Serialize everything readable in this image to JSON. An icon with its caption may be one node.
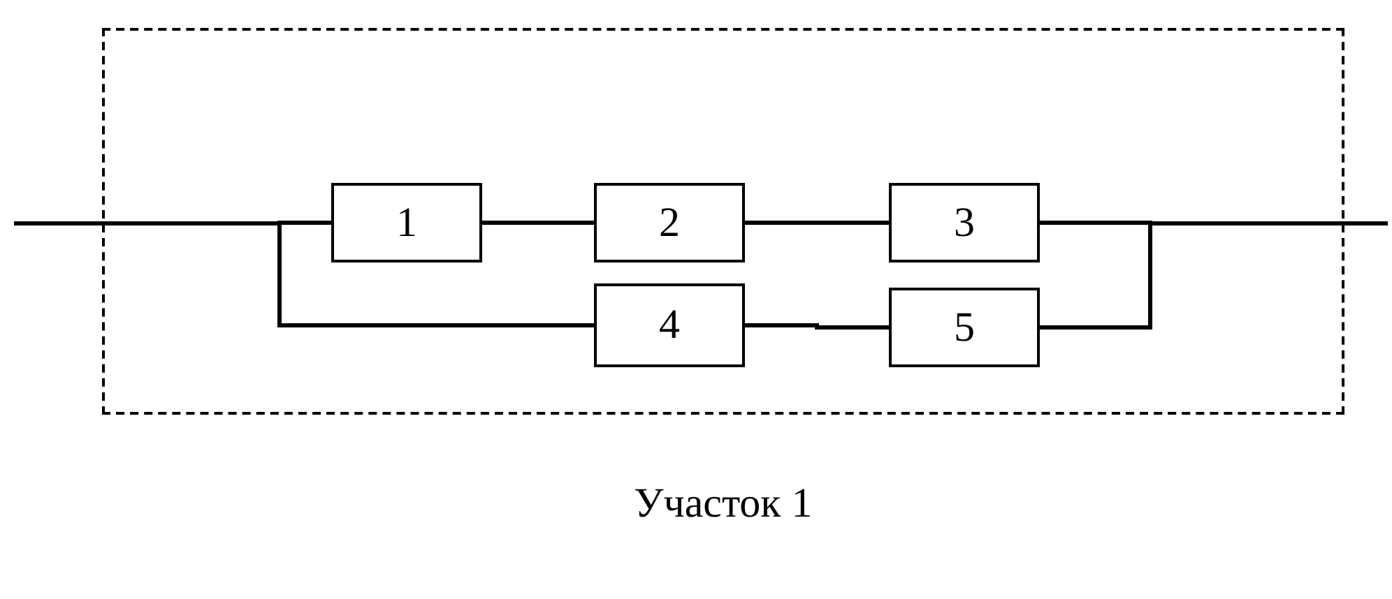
{
  "diagram": {
    "nodes": [
      {
        "text": [
          "Участок 1"
        ]
      },
      {
        "text": [
          "1"
        ],
        "in": 0
      },
      {
        "text": [
          "2"
        ],
        "in": 0
      },
      {
        "text": [
          "3"
        ],
        "in": 0
      },
      {
        "text": [
          "4"
        ],
        "in": 0
      },
      {
        "text": [
          "5"
        ],
        "in": 0
      }
    ],
    "edges": [
      {
        "from": null,
        "to": 1,
        "arrow": "none"
      },
      {
        "from": null,
        "to": 4,
        "arrow": "none"
      },
      {
        "from": 1,
        "to": 2,
        "arrow": "none"
      },
      {
        "from": 2,
        "to": 3,
        "arrow": "none"
      },
      {
        "from": 4,
        "to": 5,
        "arrow": "none"
      },
      {
        "from": 3,
        "to": null,
        "arrow": "none"
      },
      {
        "from": 5,
        "to": null,
        "arrow": "none"
      }
    ]
  }
}
